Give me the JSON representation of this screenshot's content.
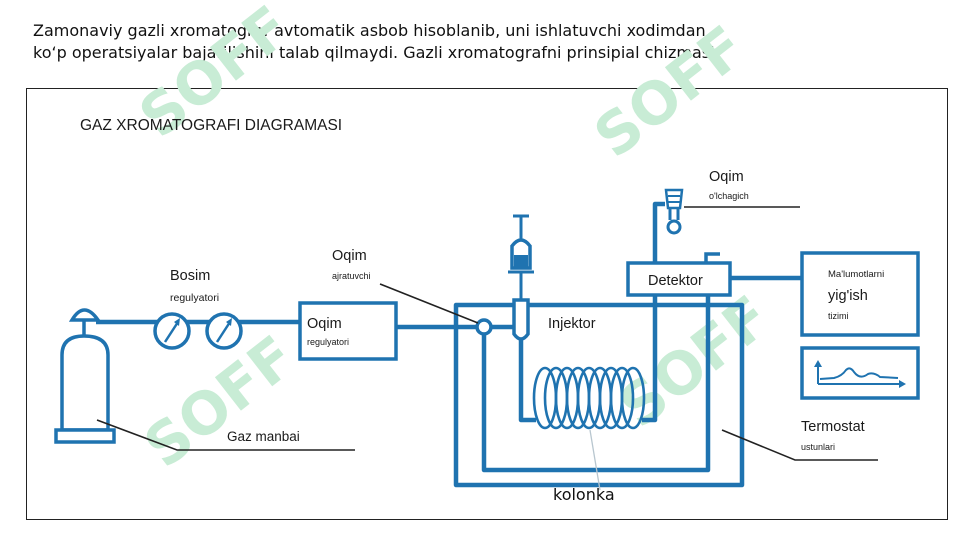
{
  "caption": {
    "line1": "Zamonaviy gazli xromatograf avtomatik asbob hisoblanib, uni ishlatuvchi xodimdan",
    "line2": "ko‘p operatsiyalar bajarilishini talab qilmaydi. Gazli xromatografni prinsipial chizmasi"
  },
  "diagram": {
    "title": "GAZ XROMATOGRAFI DIAGRAMASI",
    "pressure_regulator": {
      "title": "Bosim",
      "sub": "regulyatori"
    },
    "flow_regulator": {
      "title": "Oqim",
      "sub": "regulyatori"
    },
    "flow_splitter": {
      "title": "Oqim",
      "sub": "ajratuvchi"
    },
    "injector": "Injektor",
    "detector": "Detektor",
    "flow_meter": {
      "title": "Oqim",
      "sub": "o'lchagich"
    },
    "data_system": {
      "line1": "Ma'lumotlarni",
      "line2": "yig'ish",
      "line3": "tizimi"
    },
    "thermostat": {
      "title": "Termostat",
      "sub": "ustunlari"
    },
    "gas_source": "Gaz manbai",
    "column": "kolonka"
  },
  "watermark": "SOFF",
  "colors": {
    "pipe": "#1f73b0",
    "watermark": "#c8ecd5",
    "text": "#1a1a1a"
  }
}
